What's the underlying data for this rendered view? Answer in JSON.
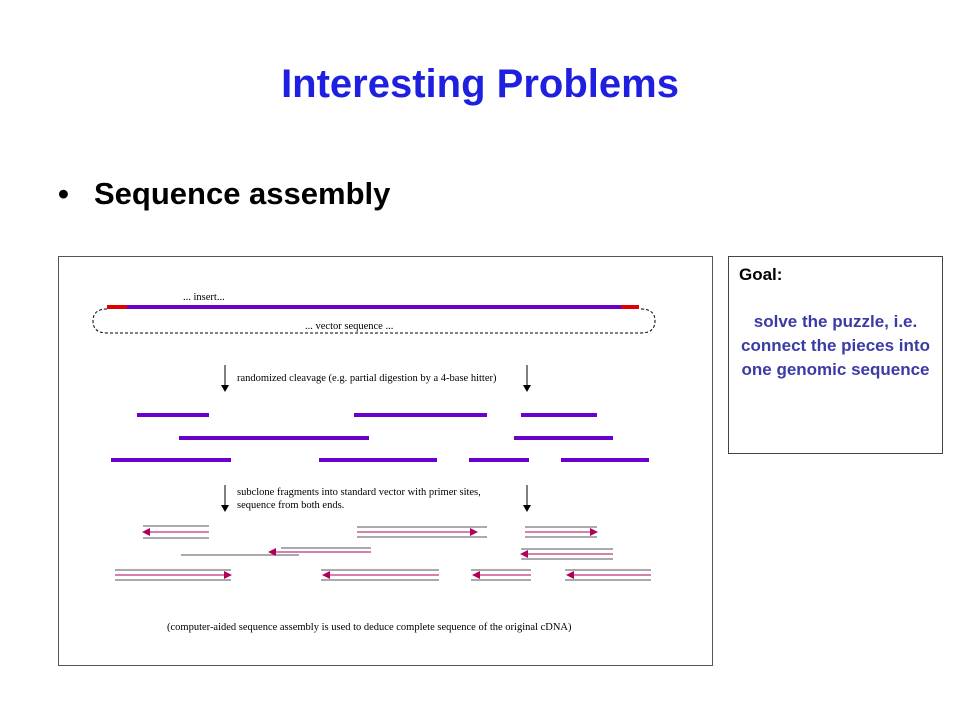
{
  "slide": {
    "title": "Interesting Problems",
    "bullet": "•",
    "bullet_text": "Sequence assembly"
  },
  "goal_box": {
    "label": "Goal:",
    "text": "solve the puzzle, i.e. connect the pieces into one genomic sequence"
  },
  "figure": {
    "insert_label": "... insert...",
    "vector_label": "... vector sequence ...",
    "step1_label": "randomized cleavage (e.g. partial digestion by a 4-base hitter)",
    "step2_line1": "subclone fragments into standard vector with primer sites,",
    "step2_line2": "sequence from both ends.",
    "caption": "(computer-aided sequence assembly is used to deduce complete sequence of the original cDNA)"
  },
  "colors": {
    "title": "#1f1fe0",
    "fragment": "#6a00cc",
    "insert_end": "#e00000",
    "read_arrow": "#b0005a",
    "goal_text": "#3b3ba6"
  }
}
